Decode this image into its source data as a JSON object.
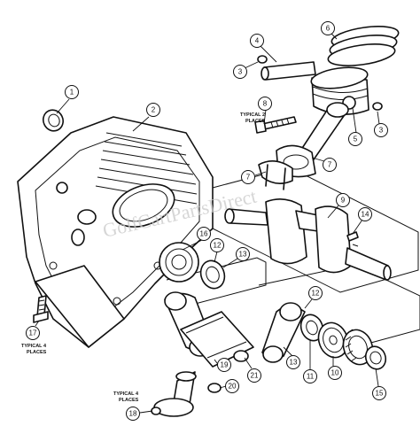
{
  "callouts": {
    "c1": "1",
    "c2": "2",
    "c3a": "3",
    "c3b": "3",
    "c4": "4",
    "c5": "5",
    "c6": "6",
    "c7a": "7",
    "c7b": "7",
    "c8": "8",
    "c9": "9",
    "c10": "10",
    "c11": "11",
    "c12a": "12",
    "c12b": "12",
    "c13a": "13",
    "c13b": "13",
    "c14": "14",
    "c15": "15",
    "c16": "16",
    "c17": "17",
    "c18": "18",
    "c19": "19",
    "c20": "20",
    "c21": "21"
  },
  "notes": {
    "typical2_line1": "TYPICAL 2",
    "typical2_line2": "PLACES",
    "typical4a_line1": "TYPICAL 4",
    "typical4a_line2": "PLACES",
    "typical4b_line1": "TYPICAL 4",
    "typical4b_line2": "PLACES"
  },
  "watermark": "GolfCartPartsDirect"
}
